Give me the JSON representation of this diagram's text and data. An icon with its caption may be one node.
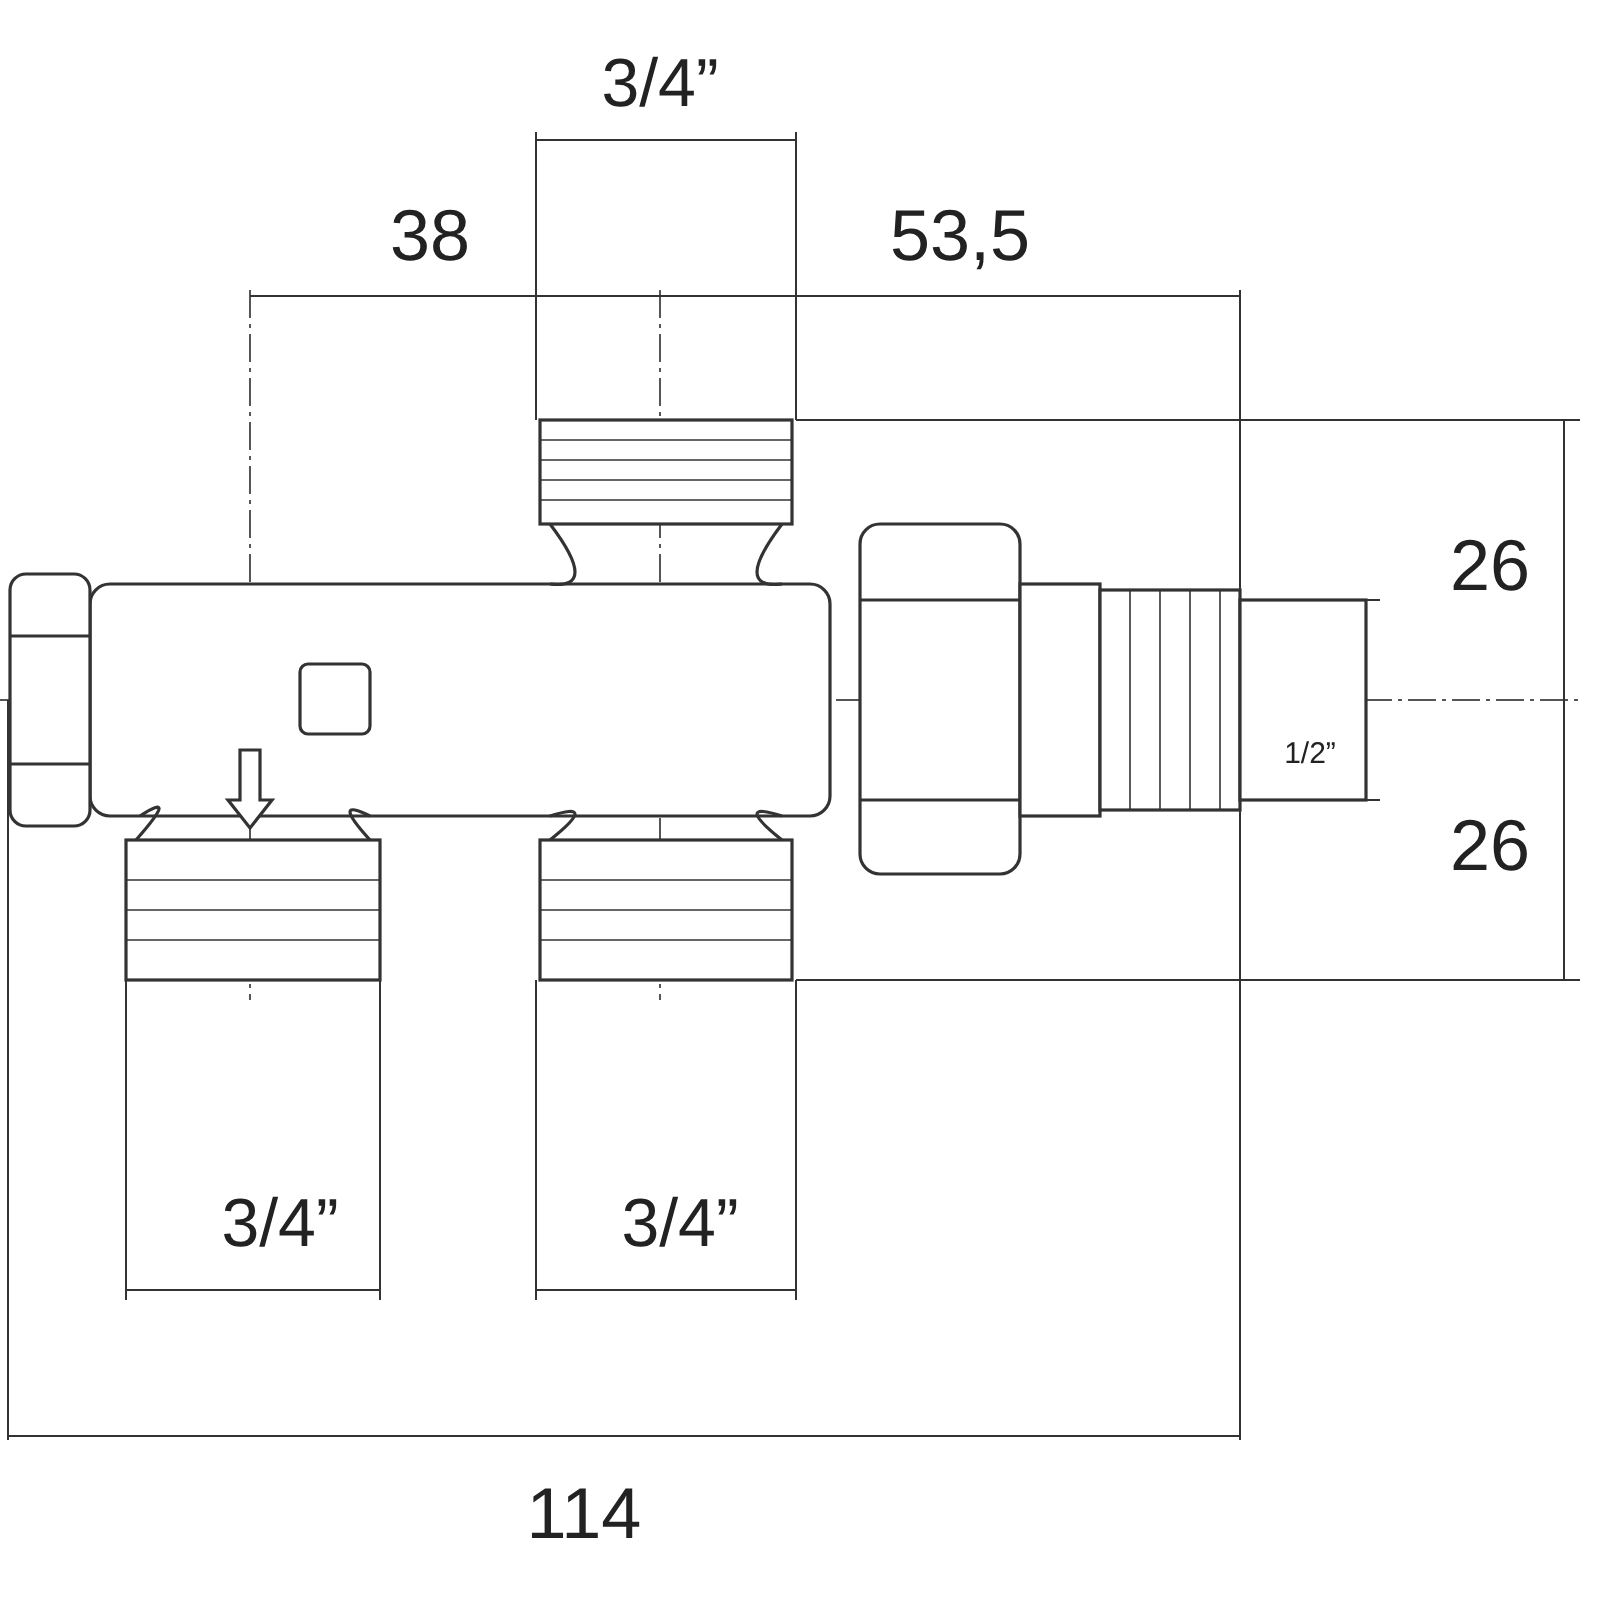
{
  "diagram": {
    "labels": [
      "3/4”",
      "38",
      "53,5",
      "26",
      "1/2”",
      "26",
      "3/4”",
      "3/4”",
      "114"
    ]
  }
}
